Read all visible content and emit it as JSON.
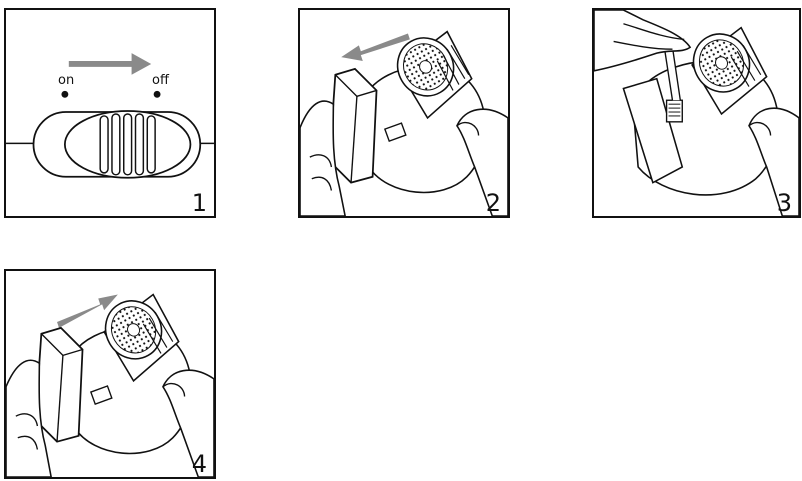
{
  "steps": [
    {
      "number": "1",
      "action": "switch-off"
    },
    {
      "number": "2",
      "action": "remove-lint-compartment"
    },
    {
      "number": "3",
      "action": "brush-clean"
    },
    {
      "number": "4",
      "action": "reattach-lint-compartment"
    }
  ],
  "switch": {
    "on_label": "on",
    "off_label": "off"
  },
  "colors": {
    "line": "#111111",
    "arrow": "#8a8a8a",
    "background": "#ffffff"
  }
}
